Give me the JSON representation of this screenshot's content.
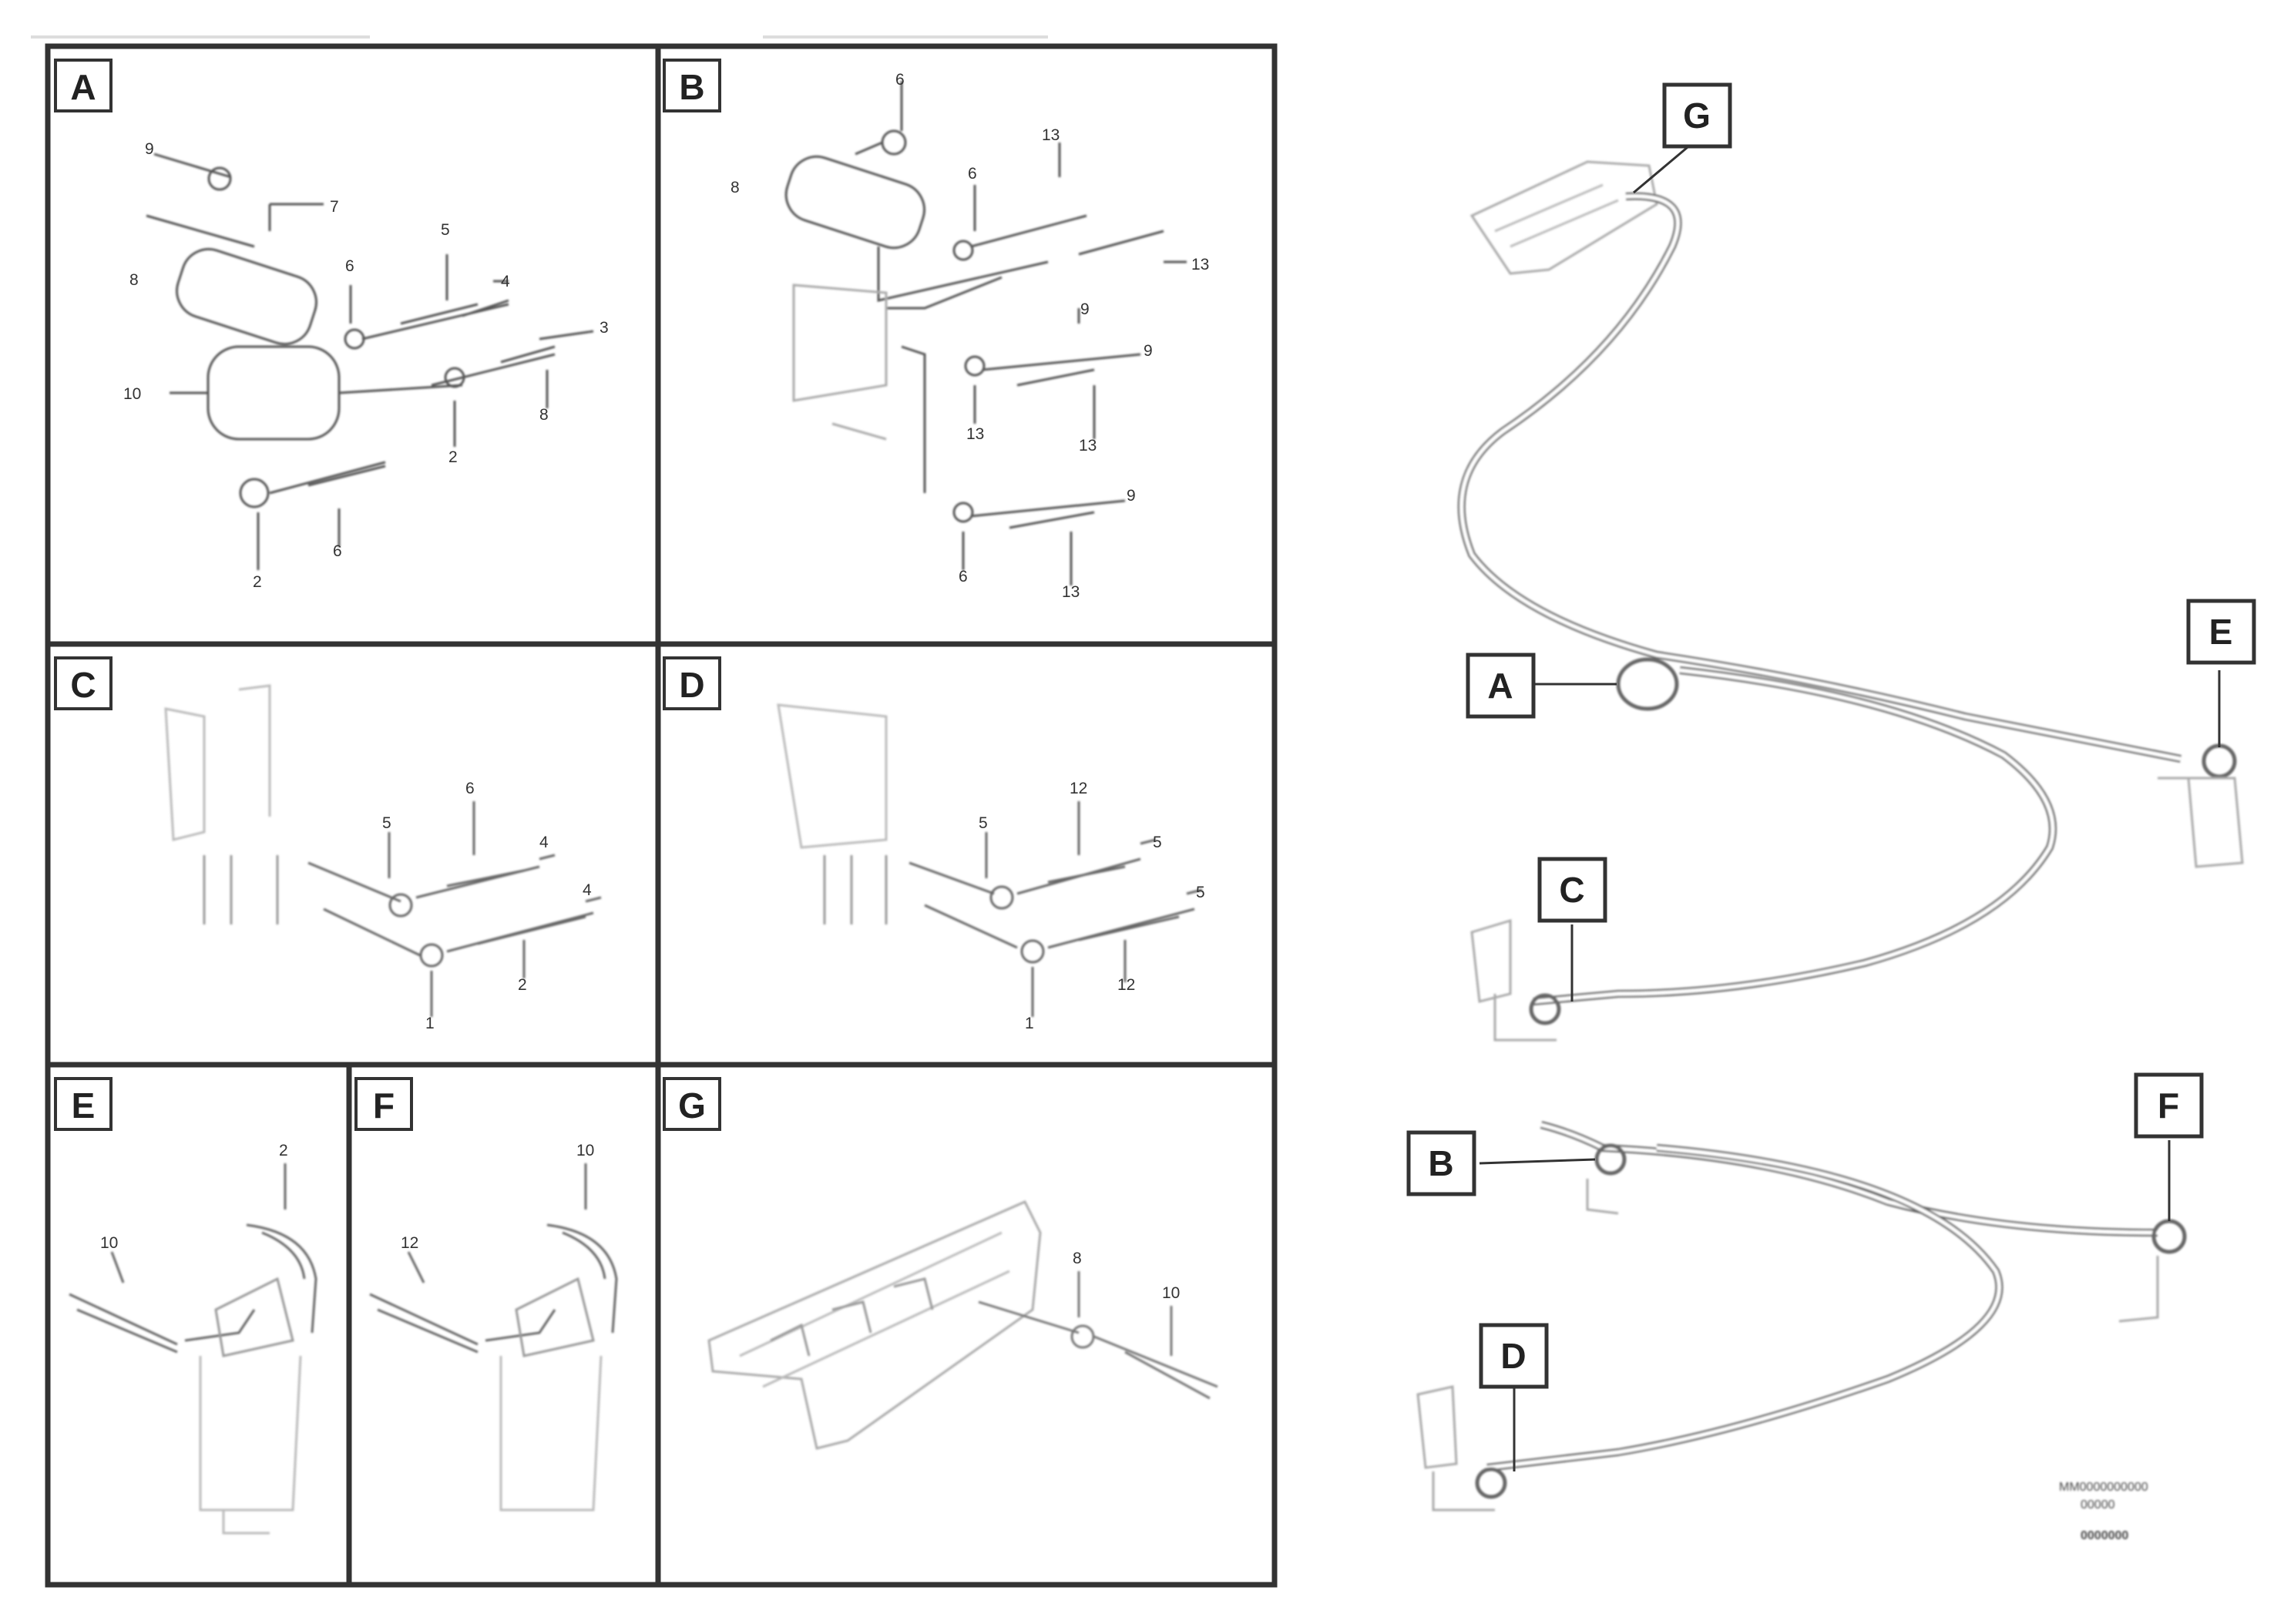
{
  "panels": {
    "a": {
      "label": "A",
      "callouts": [
        "9",
        "7",
        "6",
        "5",
        "8",
        "4",
        "3",
        "10",
        "8",
        "2",
        "6",
        "2"
      ]
    },
    "b": {
      "label": "B",
      "callouts": [
        "8",
        "13",
        "6",
        "6",
        "13",
        "9",
        "9",
        "13",
        "13",
        "9",
        "6",
        "13"
      ]
    },
    "c": {
      "label": "C",
      "callouts": [
        "5",
        "6",
        "4",
        "4",
        "1",
        "2"
      ]
    },
    "d": {
      "label": "D",
      "callouts": [
        "12",
        "5",
        "5",
        "5",
        "1",
        "12"
      ]
    },
    "e": {
      "label": "E",
      "callouts": [
        "10",
        "2"
      ]
    },
    "f": {
      "label": "F",
      "callouts": [
        "12",
        "10"
      ]
    },
    "g": {
      "label": "G",
      "callouts": [
        "8",
        "10"
      ]
    }
  },
  "overview": {
    "labels": [
      "G",
      "A",
      "E",
      "C",
      "B",
      "F",
      "D"
    ]
  },
  "footer": {
    "line1": "MM0000000000",
    "line2": "00000",
    "code": "0000000"
  }
}
